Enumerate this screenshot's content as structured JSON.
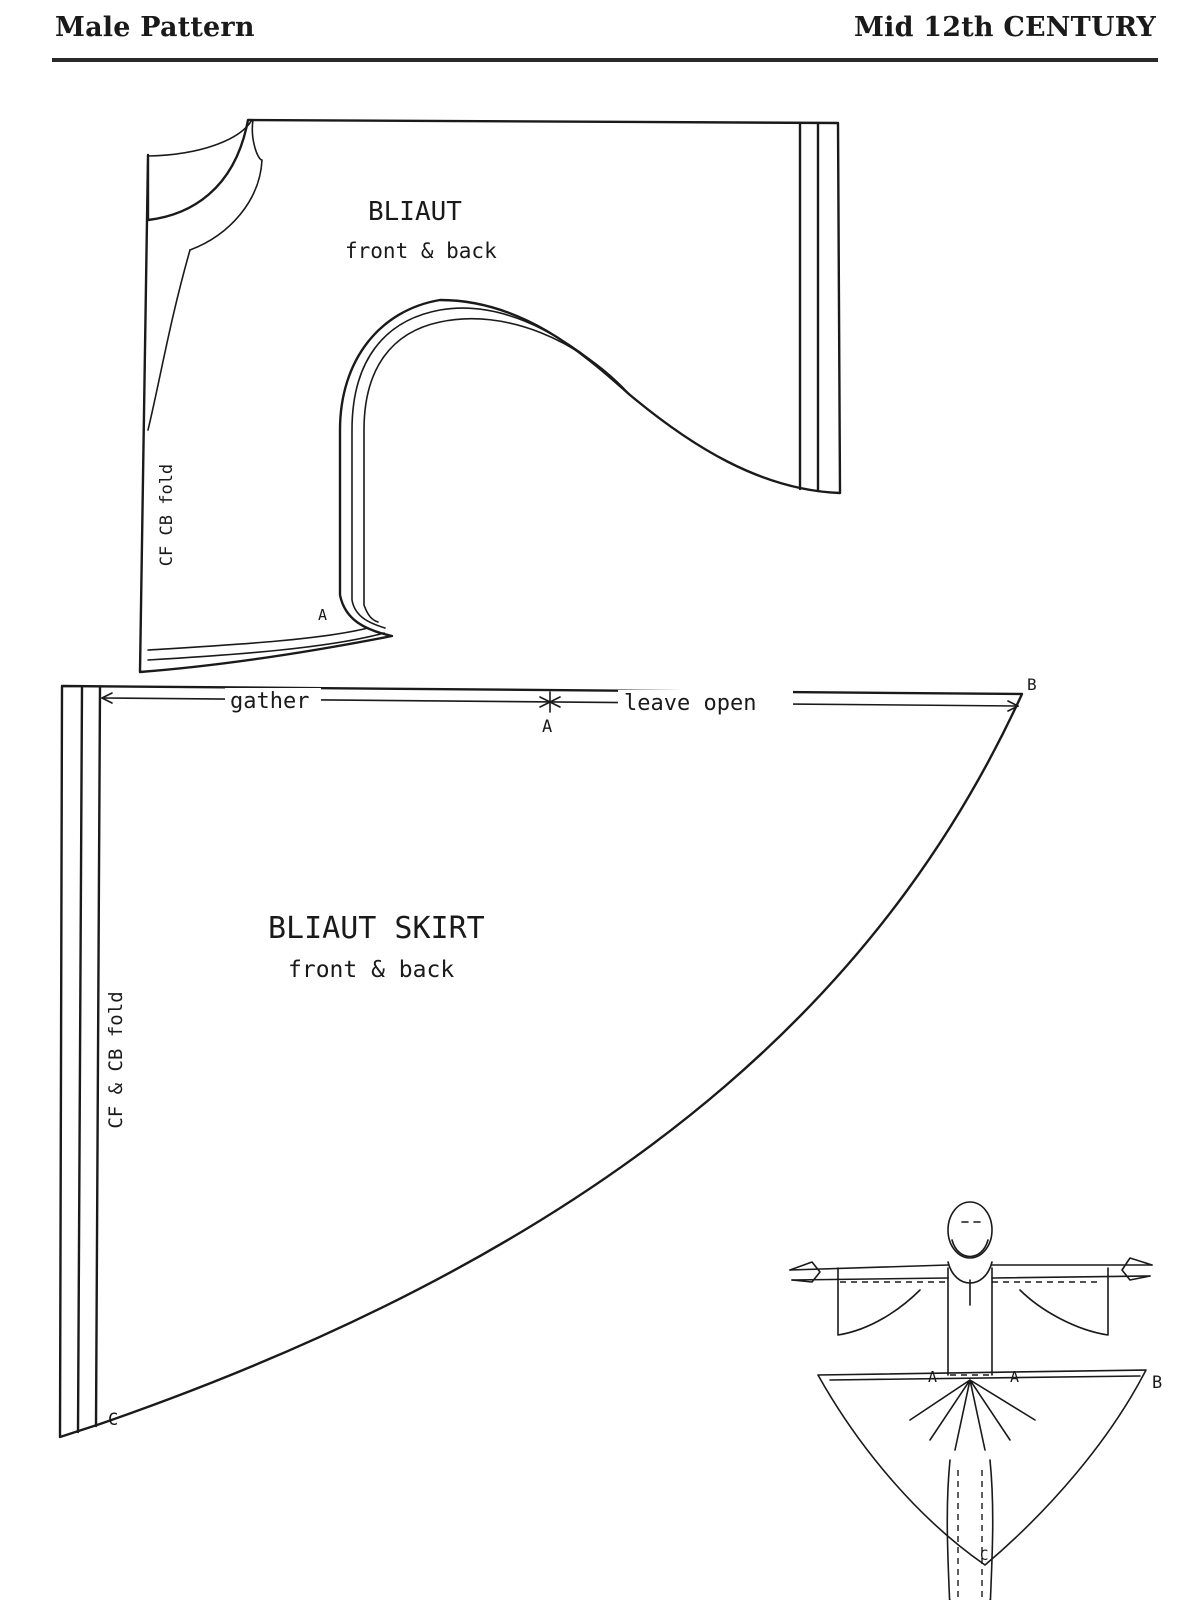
{
  "header": {
    "left": "Male Pattern",
    "right": "Mid 12th CENTURY"
  },
  "bodice_piece": {
    "title": "BLIAUT",
    "subtitle": "front & back",
    "fold_label": "CF CB fold",
    "point_a": "A"
  },
  "skirt_piece": {
    "title": "BLIAUT SKIRT",
    "subtitle": "front & back",
    "fold_label": "CF & CB fold",
    "gather_label": "gather",
    "open_label": "leave open",
    "point_a": "A",
    "point_b": "B",
    "point_c": "C"
  },
  "figure": {
    "label_a_left": "A",
    "label_a_right": "A",
    "label_b": "B",
    "label_c": "C"
  }
}
